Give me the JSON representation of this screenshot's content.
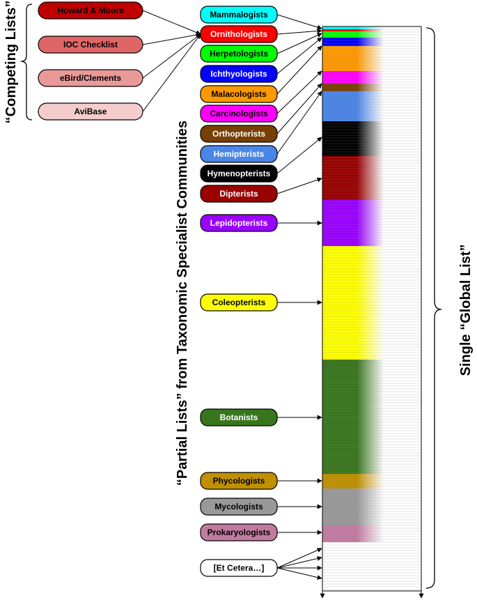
{
  "competing": {
    "label": "“Competing Lists”",
    "lists": [
      {
        "label": "Howard & Moore",
        "color": "#c00000",
        "text_color": "#000000"
      },
      {
        "label": "IOC Checklist",
        "color": "#e06666",
        "text_color": "#000000"
      },
      {
        "label": "eBird/Clements",
        "color": "#ea9999",
        "text_color": "#000000"
      },
      {
        "label": "AviBase",
        "color": "#f4cccc",
        "text_color": "#000000"
      }
    ]
  },
  "partial": {
    "label": "“Partial Lists” from Taxonomic Specialist Communities",
    "communities": [
      {
        "label": "Mammalogists",
        "color": "#00ffff",
        "text_color": "#000000"
      },
      {
        "label": "Ornithologists",
        "color": "#ff0000",
        "text_color": "#ffffff"
      },
      {
        "label": "Herpetologists",
        "color": "#00ff00",
        "text_color": "#000000"
      },
      {
        "label": "Ichthyologists",
        "color": "#0000ff",
        "text_color": "#ffffff"
      },
      {
        "label": "Malacologists",
        "color": "#ff9900",
        "text_color": "#000000"
      },
      {
        "label": "Carcinologists",
        "color": "#ff00ff",
        "text_color": "#000000"
      },
      {
        "label": "Orthopterists",
        "color": "#783f04",
        "text_color": "#ffffff"
      },
      {
        "label": "Hemipterists",
        "color": "#4a86e8",
        "text_color": "#ffffff"
      },
      {
        "label": "Hymenopterists",
        "color": "#000000",
        "text_color": "#ffffff"
      },
      {
        "label": "Dipterists",
        "color": "#990000",
        "text_color": "#ffffff"
      },
      {
        "label": "Lepidopterists",
        "color": "#9900ff",
        "text_color": "#ffffff"
      },
      {
        "label": "Coleopterists",
        "color": "#ffff00",
        "text_color": "#000000"
      },
      {
        "label": "Botanists",
        "color": "#38761d",
        "text_color": "#ffffff"
      },
      {
        "label": "Phycologists",
        "color": "#bf9000",
        "text_color": "#000000"
      },
      {
        "label": "Mycologists",
        "color": "#999999",
        "text_color": "#000000"
      },
      {
        "label": "Prokaryologists",
        "color": "#c27ba0",
        "text_color": "#000000"
      },
      {
        "label": "[Et Cetera…]",
        "color": "#ffffff",
        "text_color": "#000000"
      }
    ]
  },
  "global": {
    "label": "Single “Global List”",
    "bands": [
      {
        "color": "#00ffff"
      },
      {
        "color": "#ff0000"
      },
      {
        "color": "#00ff00"
      },
      {
        "color": "#0000ff"
      },
      {
        "color": "#ff9900"
      },
      {
        "color": "#ff00ff"
      },
      {
        "color": "#783f04"
      },
      {
        "color": "#4a86e8"
      },
      {
        "color": "#000000"
      },
      {
        "color": "#990000"
      },
      {
        "color": "#9900ff"
      },
      {
        "color": "#ffff00"
      },
      {
        "color": "#38761d"
      },
      {
        "color": "#bf9000"
      },
      {
        "color": "#999999"
      },
      {
        "color": "#c27ba0"
      },
      {
        "color": "#ffffff"
      }
    ]
  }
}
